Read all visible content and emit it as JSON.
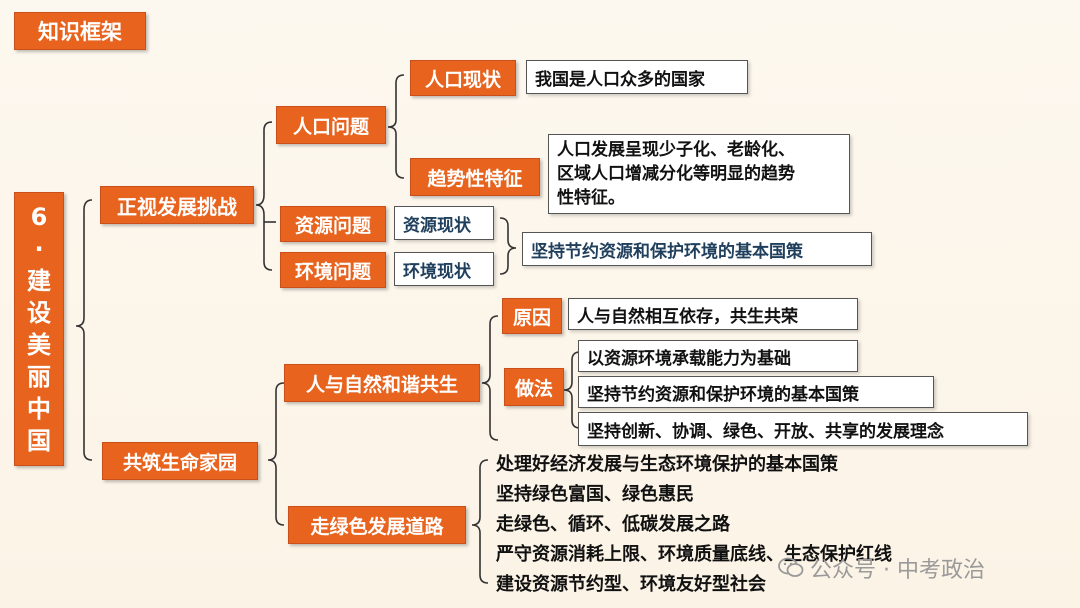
{
  "header": {
    "title": "知识框架"
  },
  "root": {
    "chars": [
      "6",
      "·",
      "建",
      "设",
      "美",
      "丽",
      "中",
      "国"
    ]
  },
  "branch1": {
    "label": "正视发展挑战",
    "population": {
      "label": "人口问题",
      "status_label": "人口现状",
      "status_text": "我国是人口众多的国家",
      "trend_label": "趋势性特征",
      "trend_text": [
        "人口发展呈现少子化、老龄化、",
        "区域人口增减分化等明显的趋势",
        "性特征。"
      ]
    },
    "resources": {
      "label": "资源问题",
      "status_label": "资源现状"
    },
    "environment": {
      "label": "环境问题",
      "status_label": "环境现状"
    },
    "policy": "坚持节约资源和保护环境的基本国策"
  },
  "branch2": {
    "label": "共筑生命家园",
    "harmony": {
      "label": "人与自然和谐共生",
      "reason_label": "原因",
      "reason_text": "人与自然相互依存，共生共荣",
      "method_label": "做法",
      "methods": [
        "以资源环境承载能力为基础",
        "坚持节约资源和保护环境的基本国策",
        "坚持创新、协调、绿色、开放、共享的发展理念"
      ]
    },
    "green": {
      "label": "走绿色发展道路",
      "items": [
        "处理好经济发展与生态环境保护的基本国策",
        "坚持绿色富国、绿色惠民",
        "走绿色、循环、低碳发展之路",
        "严守资源消耗上限、环境质量底线、生态保护红线",
        "建设资源节约型、环境友好型社会"
      ]
    }
  },
  "watermark": "公众号 · 中考政治"
}
